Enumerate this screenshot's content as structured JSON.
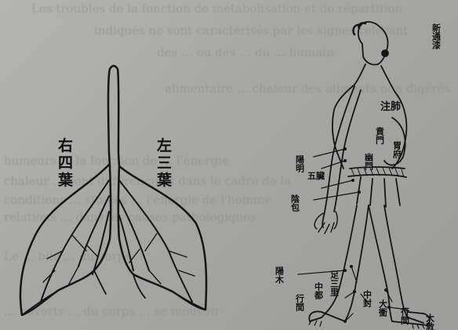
{
  "bleed_through": [
    "Les troubles de la fonction de métabolisation et de répartition",
    "indiqués ne sont caractérisés par les signes relevant",
    "des … ou des … du … humain",
    "alimentaire … chaleur des aliments non digérés",
    "humeurs … la fonction de … l'énergie",
    "chaleur … sont différenciées dans le cadre de la",
    "conditions … situées … l'énergie de l'homme",
    "relations … dans les causes pathologiques",
    "Le … bile … du corps",
    "… ouverts … du corps … se mouvoir"
  ],
  "lung_diagram": {
    "right_lobes_label": "右四葉",
    "left_lobes_label": "左三葉"
  },
  "figure_labels": {
    "title_column": "新通漆",
    "lung": "注肺",
    "stomach": "胃府",
    "point_a": "賁門",
    "point_b": "幽門",
    "point_c": "陽明",
    "point_d": "五臟",
    "point_e": "陰包",
    "point_f": "陽木",
    "point_g": "行間",
    "point_h": "中都",
    "point_i": "足三里",
    "point_j": "中封",
    "point_k": "大衝",
    "point_l": "行間",
    "point_m": "大敦"
  }
}
